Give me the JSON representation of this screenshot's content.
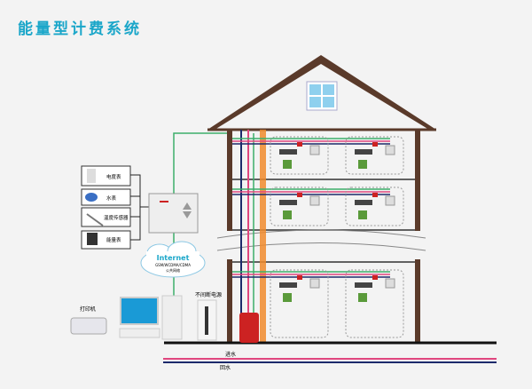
{
  "title": "能量型计费系统",
  "devices": {
    "meter_electric": "电度表",
    "meter_water": "水表",
    "temp_sensor": "温度传感器",
    "meter_energy": "能量表"
  },
  "cloud": {
    "label": "Internet",
    "sub1": "GSM/WCDMA/CDMA",
    "sub2": "公共网络"
  },
  "printer": "打印机",
  "ups": "不间断电源",
  "pipes": {
    "supply": "进水",
    "return": "回水"
  },
  "colors": {
    "title": "#1aa6c9",
    "green": "#3cae6a",
    "pink": "#e0467e",
    "navy": "#1c2a6b",
    "orange": "#f08a2c",
    "brown": "#5a3a2a"
  }
}
